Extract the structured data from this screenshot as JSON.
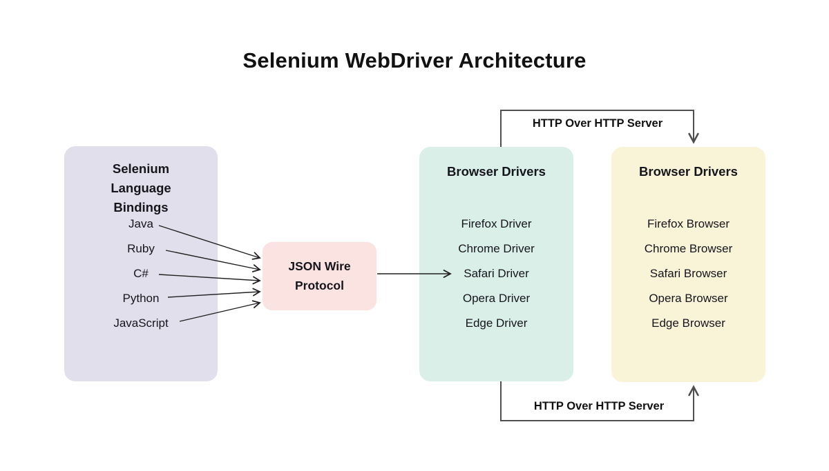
{
  "title": "Selenium WebDriver Architecture",
  "colors": {
    "background": "#ffffff",
    "bindings_box": "#e2dfec",
    "protocol_box": "#fae3e1",
    "drivers_box": "#d9efe7",
    "browsers_box": "#f9f3d8",
    "text": "#15151c",
    "arrow_line": "#1f1f1f",
    "connector_line": "#4f4f4f"
  },
  "bindings": {
    "title": "Selenium Language Bindings",
    "items": [
      "Java",
      "Ruby",
      "C#",
      "Python",
      "JavaScript"
    ]
  },
  "protocol": {
    "title_line1": "JSON Wire",
    "title_line2": "Protocol"
  },
  "drivers": {
    "title": "Browser Drivers",
    "items": [
      "Firefox Driver",
      "Chrome Driver",
      "Safari Driver",
      "Opera Driver",
      "Edge Driver"
    ]
  },
  "browsers": {
    "title": "Browser Drivers",
    "items": [
      "Firefox Browser",
      "Chrome Browser",
      "Safari Browser",
      "Opera Browser",
      "Edge Browser"
    ]
  },
  "connectors": {
    "top_label": "HTTP Over HTTP Server",
    "bottom_label": "HTTP Over HTTP Server"
  }
}
